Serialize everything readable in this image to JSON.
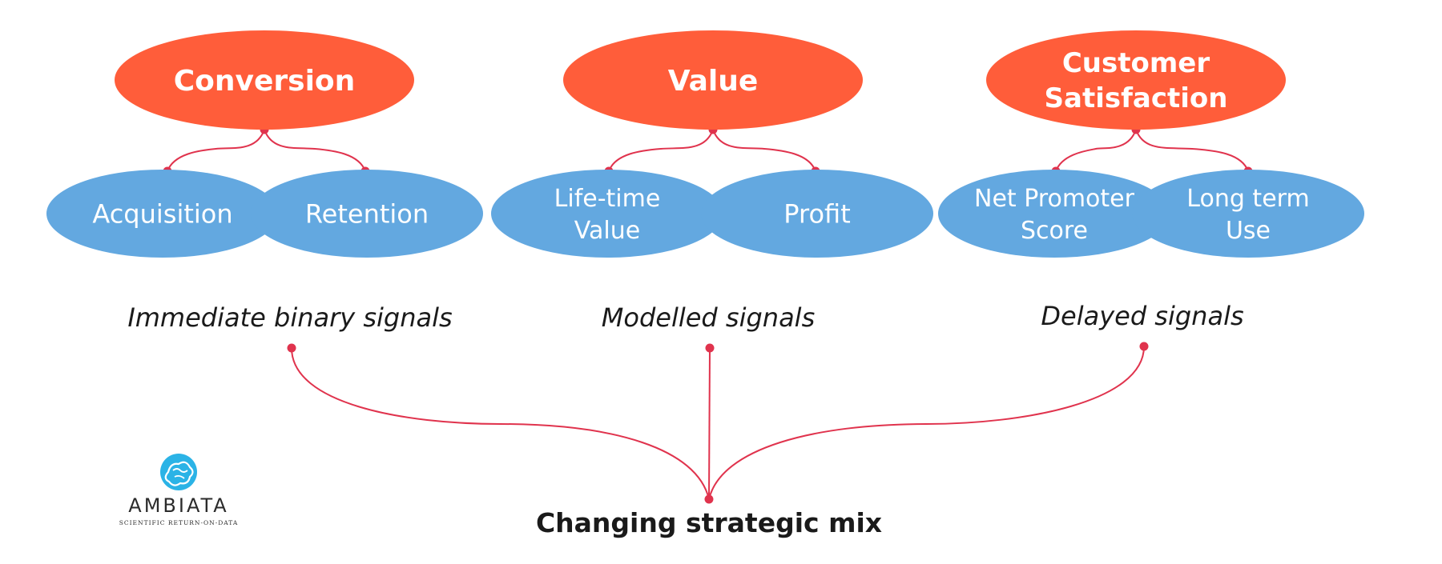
{
  "colors": {
    "orange": "#FF5D3A",
    "blue": "#63A8E0",
    "connector": "#E0334D",
    "text_dark": "#1a1a1a",
    "logo_blue": "#2BB3E6"
  },
  "groups": [
    {
      "title": [
        "Conversion"
      ],
      "children": [
        [
          "Acquisition"
        ],
        [
          "Retention"
        ]
      ],
      "signal": "Immediate binary signals"
    },
    {
      "title": [
        "Value"
      ],
      "children": [
        [
          "Life-time",
          "Value"
        ],
        [
          "Profit"
        ]
      ],
      "signal": "Modelled signals"
    },
    {
      "title": [
        "Customer",
        "Satisfaction"
      ],
      "children": [
        [
          "Net Promoter",
          "Score"
        ],
        [
          "Long term",
          "Use"
        ]
      ],
      "signal": "Delayed signals"
    }
  ],
  "bottom_label": "Changing strategic mix",
  "logo": {
    "name": "AMBIATA",
    "tagline": "SCIENTIFIC RETURN-ON-DATA",
    "icon": "brain-icon"
  }
}
